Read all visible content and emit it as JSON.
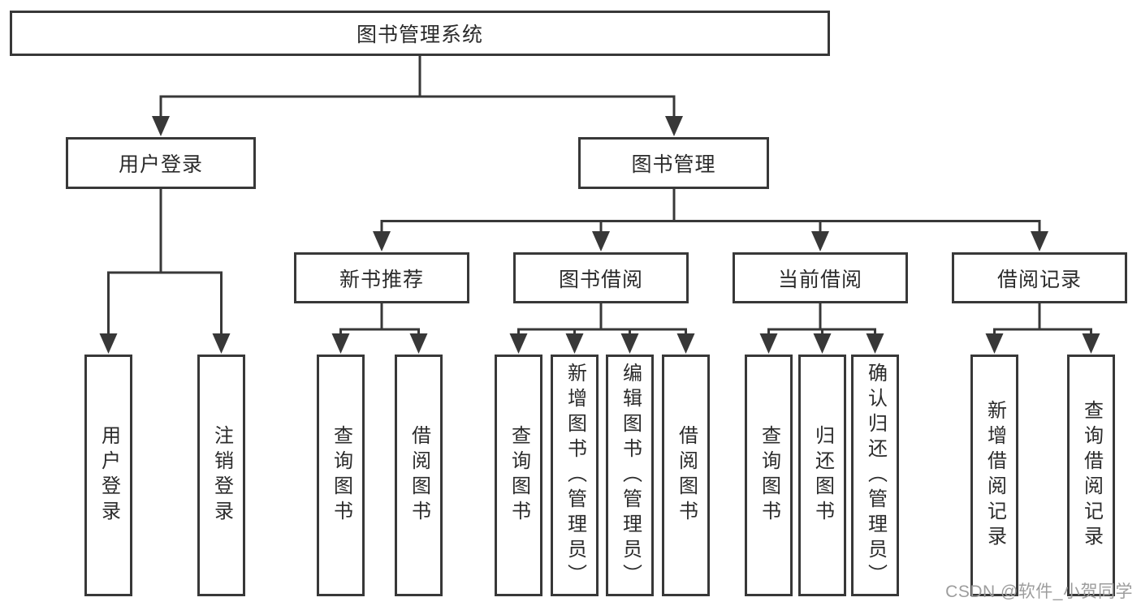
{
  "diagram": {
    "root": {
      "label": "图书管理系统"
    },
    "level2": [
      {
        "label": "用户登录"
      },
      {
        "label": "图书管理"
      }
    ],
    "level3": [
      {
        "label": "新书推荐"
      },
      {
        "label": "图书借阅"
      },
      {
        "label": "当前借阅"
      },
      {
        "label": "借阅记录"
      }
    ],
    "leaves": [
      {
        "label": "用户登录"
      },
      {
        "label": "注销登录"
      },
      {
        "label": "查询图书"
      },
      {
        "label": "借阅图书"
      },
      {
        "label": "查询图书"
      },
      {
        "label": "新增图书（管理员）"
      },
      {
        "label": "编辑图书（管理员）"
      },
      {
        "label": "借阅图书"
      },
      {
        "label": "查询图书"
      },
      {
        "label": "归还图书"
      },
      {
        "label": "确认归还（管理员）"
      },
      {
        "label": "新增借阅记录"
      },
      {
        "label": "查询借阅记录"
      }
    ]
  },
  "watermark": {
    "text": "CSDN @软件_小贺同学"
  },
  "colors": {
    "line": "#383838",
    "text": "#2b2b2b",
    "watermark": "#9d9d9d",
    "background": "#ffffff"
  }
}
